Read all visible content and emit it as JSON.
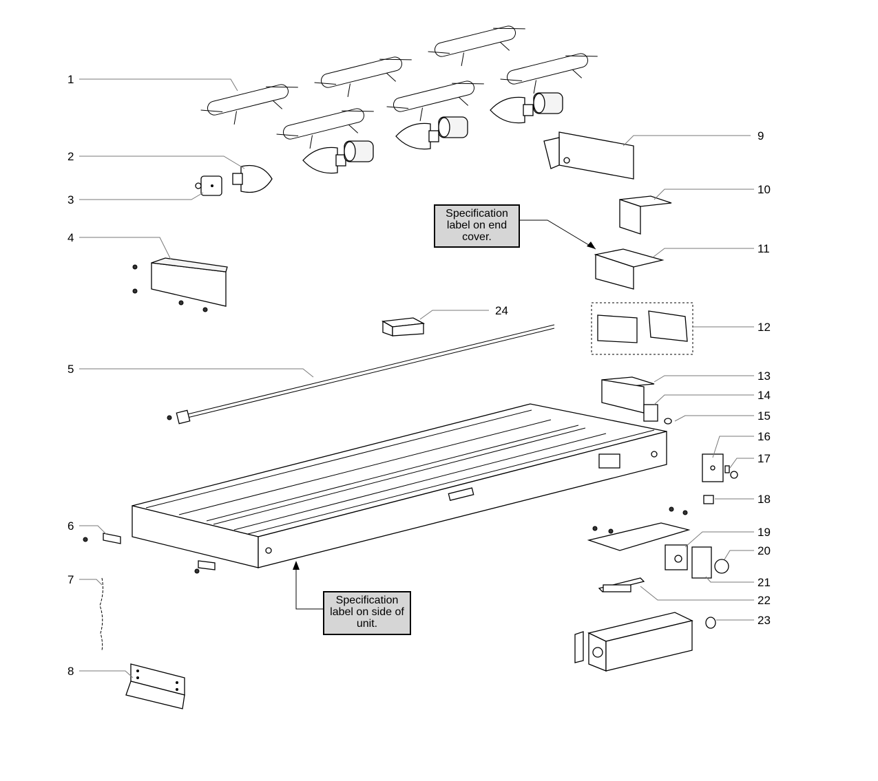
{
  "callouts": {
    "end_cover": "Specification label on end cover.",
    "side_unit": "Specification label on side of unit."
  },
  "parts": [
    {
      "n": "1"
    },
    {
      "n": "2"
    },
    {
      "n": "3"
    },
    {
      "n": "4"
    },
    {
      "n": "5"
    },
    {
      "n": "6"
    },
    {
      "n": "7"
    },
    {
      "n": "8"
    },
    {
      "n": "9"
    },
    {
      "n": "10"
    },
    {
      "n": "11"
    },
    {
      "n": "12"
    },
    {
      "n": "13"
    },
    {
      "n": "14"
    },
    {
      "n": "15"
    },
    {
      "n": "16"
    },
    {
      "n": "17"
    },
    {
      "n": "18"
    },
    {
      "n": "19"
    },
    {
      "n": "20"
    },
    {
      "n": "21"
    },
    {
      "n": "22"
    },
    {
      "n": "23"
    },
    {
      "n": "24"
    }
  ],
  "colors": {
    "line": "#000000",
    "leader": "#777777",
    "callout_fill": "#d6d6d6"
  }
}
